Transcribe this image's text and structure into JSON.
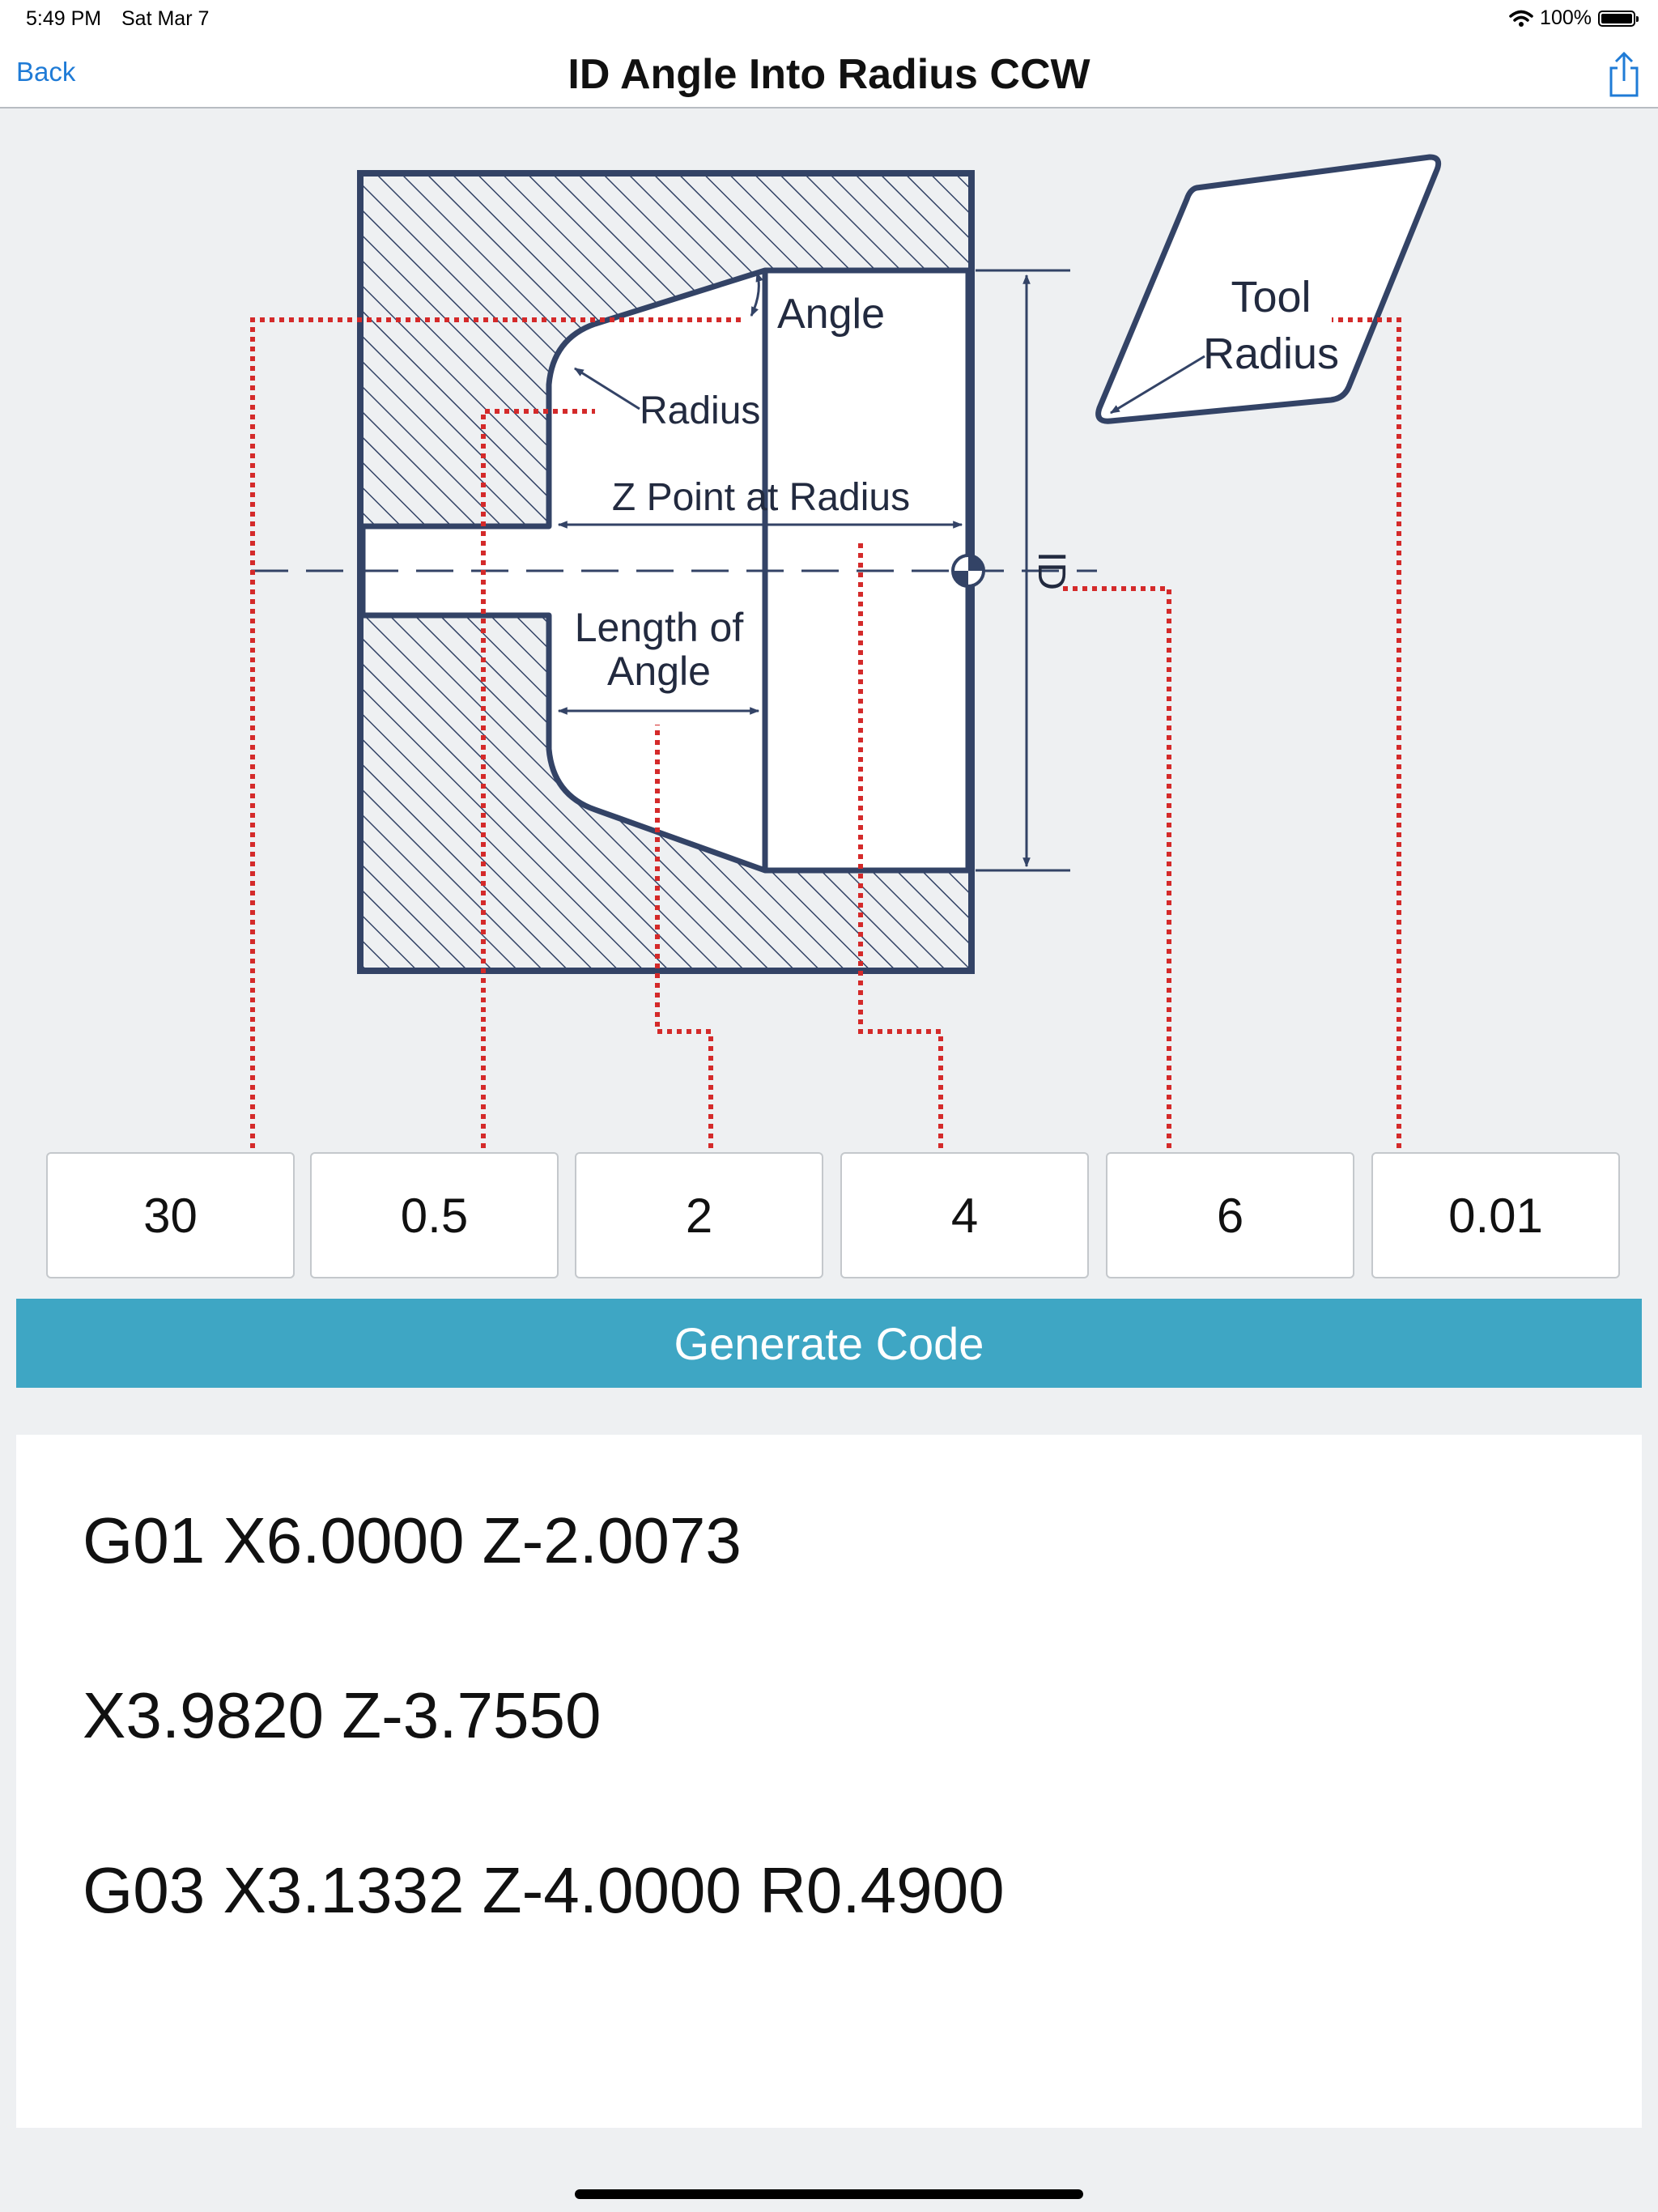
{
  "status_bar": {
    "time": "5:49 PM",
    "date": "Sat Mar 7",
    "battery": "100%"
  },
  "nav": {
    "back_label": "Back",
    "title": "ID Angle Into Radius CCW"
  },
  "diagram": {
    "label_angle": "Angle",
    "label_radius": "Radius",
    "label_z_point": "Z Point at Radius",
    "label_length_line1": "Length of",
    "label_length_line2": "Angle",
    "label_id": "ID",
    "label_tool": "Tool",
    "label_tool_radius": "Radius"
  },
  "inputs": [
    {
      "value": "30"
    },
    {
      "value": "0.5"
    },
    {
      "value": "2"
    },
    {
      "value": "4"
    },
    {
      "value": "6"
    },
    {
      "value": "0.01"
    }
  ],
  "generate_label": "Generate Code",
  "output": {
    "lines": [
      "G01 X6.0000 Z-2.0073",
      "X3.9820 Z-3.7550",
      "G03 X3.1332 Z-4.0000 R0.4900"
    ]
  },
  "colors": {
    "accent": "#3ea6c4",
    "link": "#1f7bd6",
    "outline": "#334366",
    "dotted": "#d42a2a"
  }
}
